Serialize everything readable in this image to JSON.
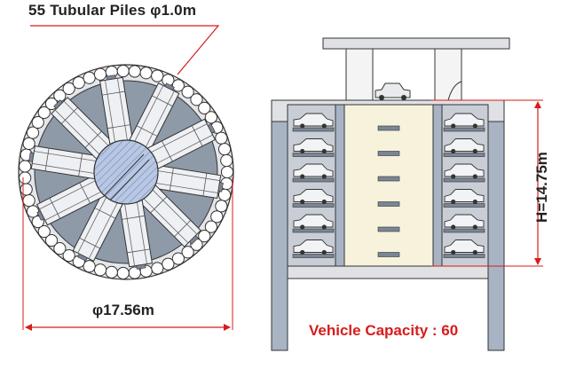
{
  "labels": {
    "piles": "55 Tubular Piles φ1.0m",
    "diameter": "φ17.56m",
    "height": "H=14.75m",
    "capacity": "Vehicle Capacity : 60"
  },
  "plan": {
    "pile_count": 55,
    "bay_count": 10
  },
  "section": {
    "levels_per_side": 6
  },
  "colors": {
    "accent": "#d81b1b",
    "steel": "#9aa8b8",
    "shaft": "#f6f2dc",
    "outline": "#333333",
    "core": "#b8c7e3"
  }
}
